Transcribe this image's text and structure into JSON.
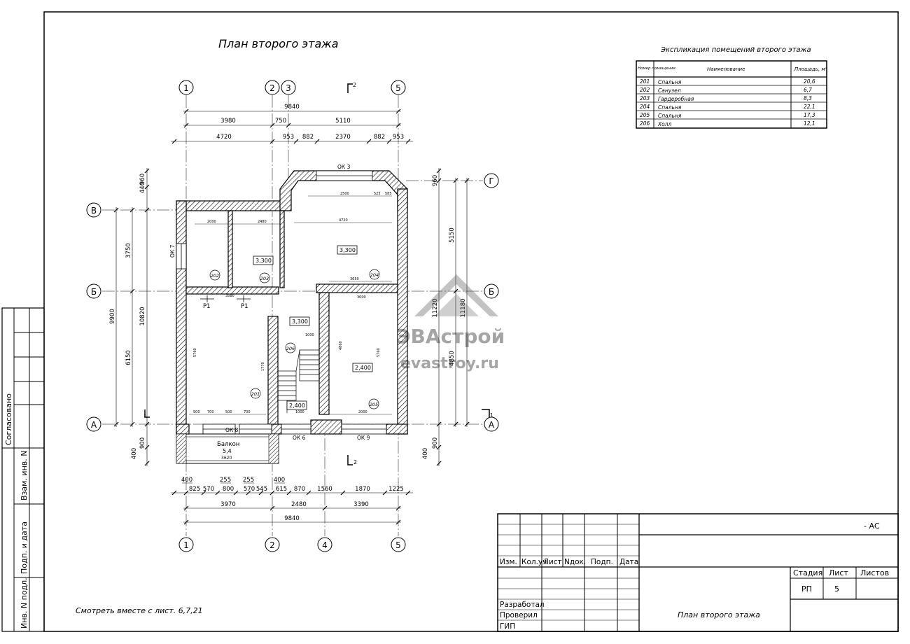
{
  "title": "План второго этажа",
  "explication": {
    "title": "Экспликация помещений второго  этажа",
    "headers": {
      "number": "Номер помещения",
      "name": "Наименование",
      "area": "Площадь, м²"
    },
    "rows": [
      {
        "num": "201",
        "name": "Спальня",
        "area": "20,6"
      },
      {
        "num": "202",
        "name": "Санузел",
        "area": "6,7"
      },
      {
        "num": "203",
        "name": "Гардеробная",
        "area": "8,3"
      },
      {
        "num": "204",
        "name": "Спальня",
        "area": "22,1"
      },
      {
        "num": "205",
        "name": "Спальня",
        "area": "17,3"
      },
      {
        "num": "206",
        "name": "Холл",
        "area": "12,1"
      }
    ]
  },
  "axes": {
    "top": [
      "1",
      "2",
      "3",
      "5"
    ],
    "bottom": [
      "1",
      "2",
      "4",
      "5"
    ],
    "left": [
      "В",
      "Б",
      "А"
    ],
    "right": [
      "Г",
      "Б",
      "А"
    ]
  },
  "dims": {
    "top_total": "9840",
    "top_row1": [
      "3980",
      "750",
      "5110"
    ],
    "top_row2": [
      "4720",
      "953",
      "882",
      "2370",
      "882",
      "953"
    ],
    "bottom_row1": [
      "825",
      "570",
      "800",
      "570",
      "545",
      "615",
      "870",
      "1560",
      "1870",
      "1225"
    ],
    "bottom_small": [
      "400",
      "255",
      "255",
      "400"
    ],
    "bottom_row2": [
      "3970",
      "2480",
      "3390"
    ],
    "bottom_total": "9840",
    "left_outer": [
      "440",
      "960",
      "9900",
      "10820"
    ],
    "left_inner": [
      "3750",
      "6150"
    ],
    "left_bottom": [
      "400",
      "900"
    ],
    "right": [
      "960",
      "5150",
      "11220",
      "11180",
      "4850"
    ],
    "right_bottom": [
      "400",
      "900"
    ]
  },
  "windows": [
    "ОК 3",
    "ОК 7",
    "ОК 8",
    "ОК 6",
    "ОК 9"
  ],
  "levels": [
    "3,300",
    "3,300",
    "3,300",
    "2,400",
    "2,400"
  ],
  "rooms": [
    "201",
    "202",
    "203",
    "204",
    "205",
    "206"
  ],
  "risers": [
    "Р1",
    "Р1"
  ],
  "balcony": {
    "label": "Балкон",
    "area": "5,4",
    "width": "3620"
  },
  "section_mark": "2",
  "section_mark_side": "1",
  "inner_dims": [
    "2000",
    "2480",
    "4720",
    "2500",
    "525",
    "585",
    "3650",
    "3000",
    "3580",
    "5760",
    "5760",
    "4860",
    "1770",
    "2000",
    "1000",
    "1000",
    "500",
    "700",
    "500",
    "700"
  ],
  "watermark": {
    "brand": "ЭВАстрой",
    "url": "evastroy.ru"
  },
  "left_stamps": [
    "Согласовано",
    "Взам. инв. N",
    "Подп. и дата",
    "Инв. N подл."
  ],
  "note": "Смотреть вместе с лист. 6,7,21",
  "stamp": {
    "code": "- АС",
    "columns": [
      "Изм.",
      "Кол.уч",
      "Лист",
      "Nдок.",
      "Подп.",
      "Дата"
    ],
    "stage_label": "Стадия",
    "sheet_label": "Лист",
    "sheets_label": "Листов",
    "stage": "РП",
    "sheet": "5",
    "roles": [
      "Разработал",
      "Проверил",
      "ГИП"
    ],
    "drawing_title": "План второго этажа"
  }
}
